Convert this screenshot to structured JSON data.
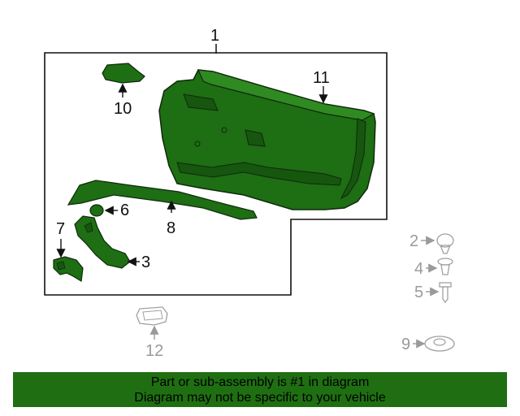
{
  "colors": {
    "part_fill": "#1e6e14",
    "part_stroke": "#0f2a0b",
    "gray_part": "#a0a0a0",
    "banner_bg": "#1f6f12"
  },
  "callouts": {
    "c1": "1",
    "c2": "2",
    "c3": "3",
    "c4": "4",
    "c5": "5",
    "c6": "6",
    "c7": "7",
    "c8": "8",
    "c9": "9",
    "c10": "10",
    "c11": "11",
    "c12": "12"
  },
  "banner": {
    "line1": "Part or sub-assembly is #1 in diagram",
    "line2": "Diagram may not be specific to your vehicle"
  }
}
